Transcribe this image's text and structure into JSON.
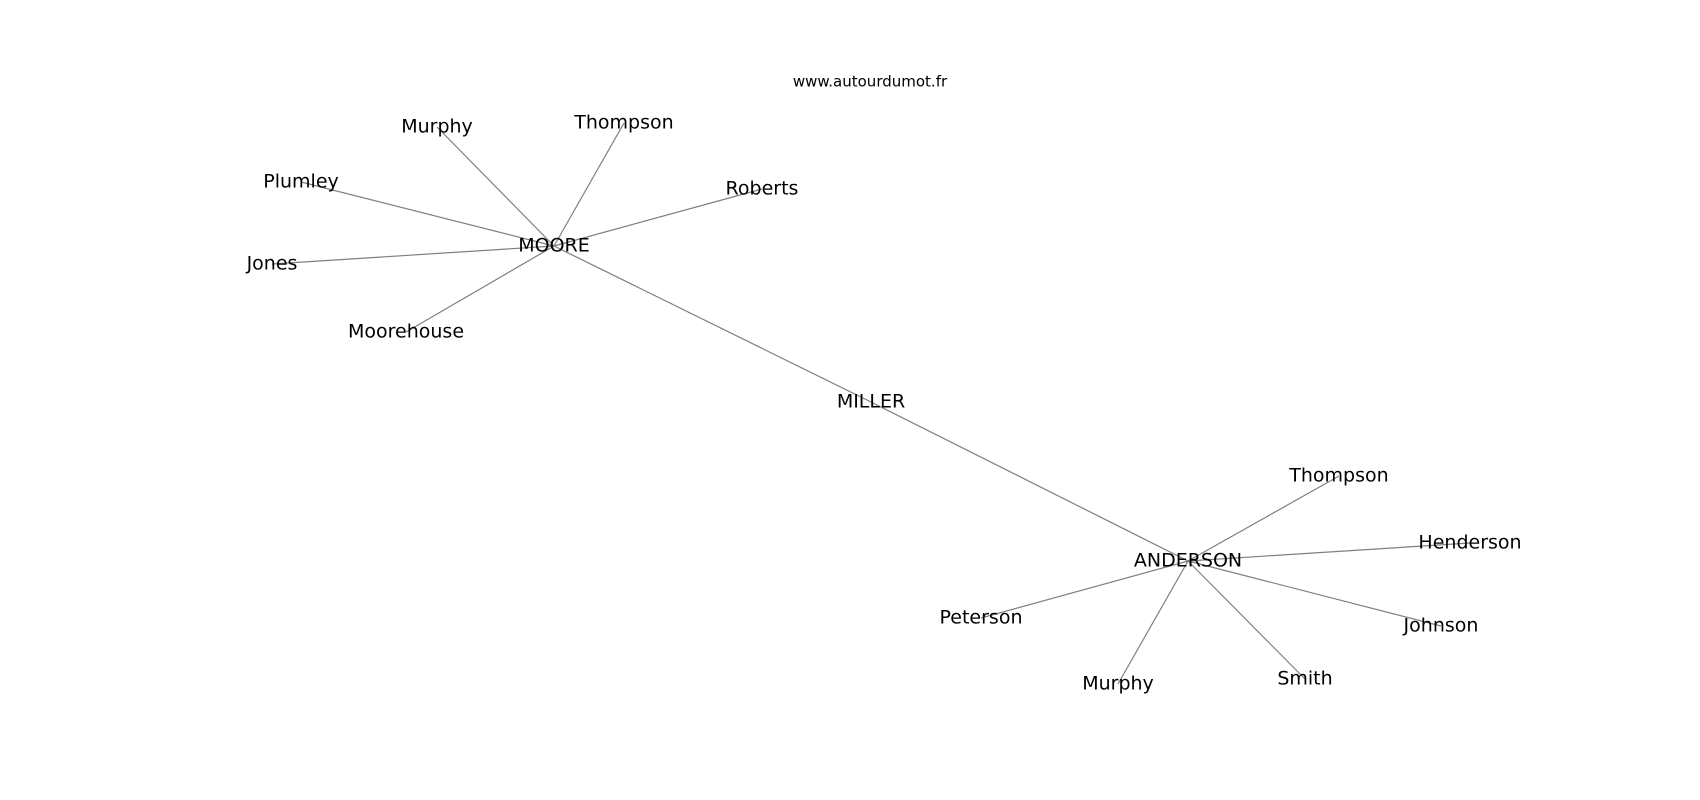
{
  "watermark": "www.autourdumot.fr",
  "colors": {
    "edge": "#7f7f7f",
    "text": "#000000",
    "background": "#ffffff"
  },
  "nodes": [
    {
      "id": "miller",
      "label": "MILLER"
    },
    {
      "id": "moore",
      "label": "MOORE"
    },
    {
      "id": "anderson",
      "label": "ANDERSON"
    },
    {
      "id": "moore_murphy",
      "label": "Murphy"
    },
    {
      "id": "moore_thompson",
      "label": "Thompson"
    },
    {
      "id": "moore_plumley",
      "label": "Plumley"
    },
    {
      "id": "moore_roberts",
      "label": "Roberts"
    },
    {
      "id": "moore_jones",
      "label": "Jones"
    },
    {
      "id": "moore_moorehouse",
      "label": "Moorehouse"
    },
    {
      "id": "anderson_thompson",
      "label": "Thompson"
    },
    {
      "id": "anderson_henderson",
      "label": "Henderson"
    },
    {
      "id": "anderson_peterson",
      "label": "Peterson"
    },
    {
      "id": "anderson_johnson",
      "label": "Johnson"
    },
    {
      "id": "anderson_murphy",
      "label": "Murphy"
    },
    {
      "id": "anderson_smith",
      "label": "Smith"
    }
  ],
  "edges": [
    [
      "moore",
      "miller"
    ],
    [
      "miller",
      "anderson"
    ],
    [
      "moore",
      "moore_murphy"
    ],
    [
      "moore",
      "moore_thompson"
    ],
    [
      "moore",
      "moore_plumley"
    ],
    [
      "moore",
      "moore_roberts"
    ],
    [
      "moore",
      "moore_jones"
    ],
    [
      "moore",
      "moore_moorehouse"
    ],
    [
      "anderson",
      "anderson_thompson"
    ],
    [
      "anderson",
      "anderson_henderson"
    ],
    [
      "anderson",
      "anderson_peterson"
    ],
    [
      "anderson",
      "anderson_johnson"
    ],
    [
      "anderson",
      "anderson_murphy"
    ],
    [
      "anderson",
      "anderson_smith"
    ]
  ]
}
